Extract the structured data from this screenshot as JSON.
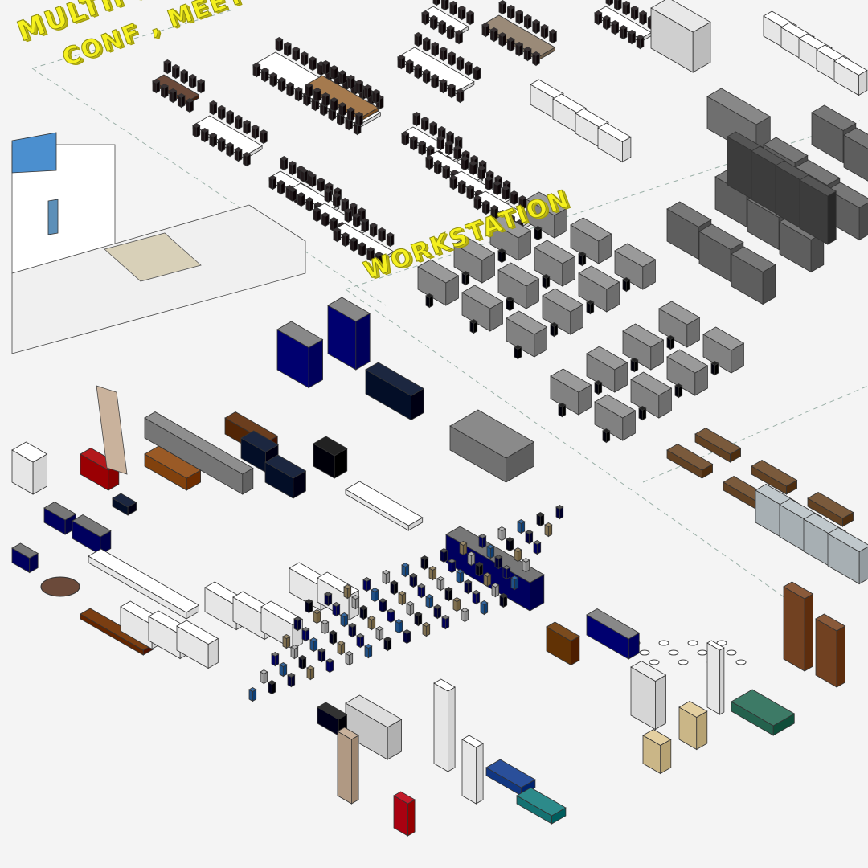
{
  "labels": {
    "zone_multiple": "MULTIPLE C",
    "zone_conf_meet": "CONF , MEET",
    "zone_workstation": "WORKSTATION"
  },
  "colors": {
    "background": "#f4f4f4",
    "label_yellow": "#f5f01e",
    "chair_dark": "#3a3234",
    "table_brown": "#6b4a3a",
    "panel_gray": "#8c8c8c",
    "sofa_navy": "#1c2740",
    "sofa_red": "#b3191c",
    "wood": "#7a4b1e",
    "pingpong_blue": "#2a4f9a",
    "billiard_green": "#3d7a66"
  }
}
